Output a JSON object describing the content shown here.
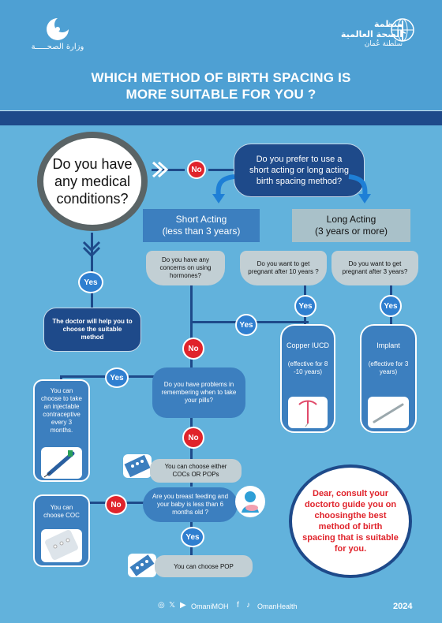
{
  "header": {
    "left_logo_text": "وزارة الصحـــــة",
    "right_logo_text_line1": "منظمة",
    "right_logo_text_line2": "الصحة العالمية",
    "right_logo_text_line3": "سلطنة عُمان"
  },
  "title": {
    "line1": "WHICH METHOD  OF BIRTH SPACING IS",
    "line2": "MORE SUITABLE FOR  YOU ?"
  },
  "chart": {
    "start_question": "Do you have any medical conditions?",
    "prefer_question": "Do you prefer to use a short acting or long acting birth spacing method?",
    "short_acting_title": "Short Acting",
    "short_acting_sub": "(less than 3 years)",
    "long_acting_title": "Long Acting",
    "long_acting_sub": "(3 years or more)",
    "hormones_question": "Do you have any concerns on using hormones?",
    "pregnant_10_question": "Do you want to get pregnant after 10 years ?",
    "pregnant_3_question": "Do you want to get pregnant after 3 years?",
    "doctor_help": "The doctor will help you to choose the suitable method",
    "copper_iucd_title": "Copper IUCD",
    "copper_iucd_note": "(effective for 8 -10 years)",
    "implant_title": "Implant",
    "implant_note": "(effective for 3 years)",
    "pills_question": "Do you have problems in remembering  when to take your pills?",
    "injectable_text": "You can choose to take an injectable contraceptive every 3 months.",
    "cocs_pops_text": "You can choose  either COCs OR POPs",
    "breastfeeding_question": "Are you breast feeding and your baby is less than 6 months old ?",
    "coc_text": "You can choose COC",
    "pop_text": "You can choose POP",
    "yes": "Yes",
    "no": "No",
    "consult_text": "Dear, consult your doctorto guide you on choosingthe best method of birth spacing that is suitable for you."
  },
  "footer": {
    "handle1": "OmaniMOH",
    "handle2": "OmanHealth",
    "year": "2024"
  }
}
